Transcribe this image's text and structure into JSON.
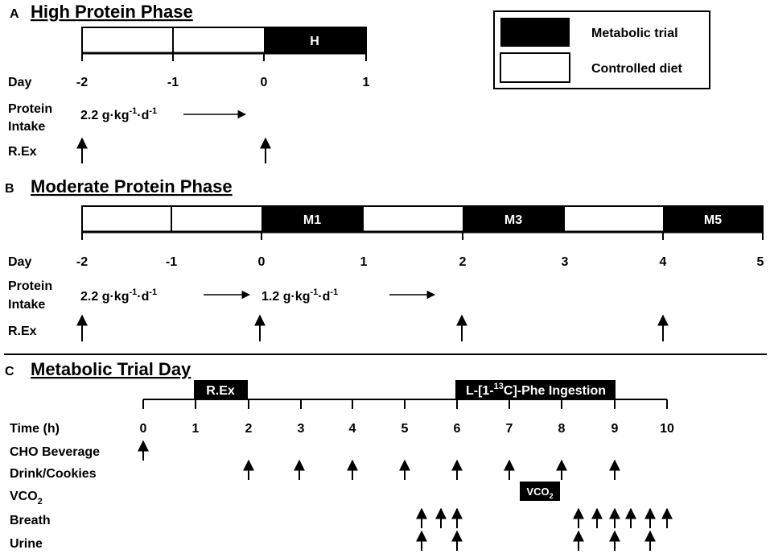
{
  "legend": {
    "metabolic_trial": "Metabolic trial",
    "controlled_diet": "Controlled diet"
  },
  "labels": {
    "day": "Day",
    "protein_line1": "Protein",
    "protein_line2": "Intake",
    "rex": "R.Ex"
  },
  "panel_a": {
    "letter": "A",
    "title": "High Protein Phase",
    "days": [
      "-2",
      "-1",
      "0",
      "1"
    ],
    "bar_label": "H",
    "protein_value": "2.2 g·kg",
    "protein_exp1": "-1",
    "protein_mid": "·d",
    "protein_exp2": "-1"
  },
  "panel_b": {
    "letter": "B",
    "title": "Moderate Protein Phase",
    "days": [
      "-2",
      "-1",
      "0",
      "1",
      "2",
      "3",
      "4",
      "5"
    ],
    "bars": [
      "M1",
      "M3",
      "M5"
    ],
    "protein_1": {
      "value": "2.2 g·kg",
      "exp1": "-1",
      "mid": "·d",
      "exp2": "-1"
    },
    "protein_2": {
      "value": "1.2 g·kg",
      "exp1": "-1",
      "mid": "·d",
      "exp2": "-1"
    }
  },
  "panel_c": {
    "letter": "C",
    "title": "Metabolic Trial Day",
    "time_label": "Time (h)",
    "times": [
      "0",
      "1",
      "2",
      "3",
      "4",
      "5",
      "6",
      "7",
      "8",
      "9",
      "10"
    ],
    "rex_box": "R.Ex",
    "phe_box": {
      "pre": "L-[1-",
      "sup": "13",
      "post": "C]-Phe Ingestion"
    },
    "rows": {
      "cho": "CHO Beverage",
      "drink": "Drink/Cookies",
      "vco2": "VCO",
      "vco2_sub": "2",
      "breath": "Breath",
      "urine": "Urine"
    },
    "vco2_box": {
      "text": "VCO",
      "sub": "2"
    }
  }
}
